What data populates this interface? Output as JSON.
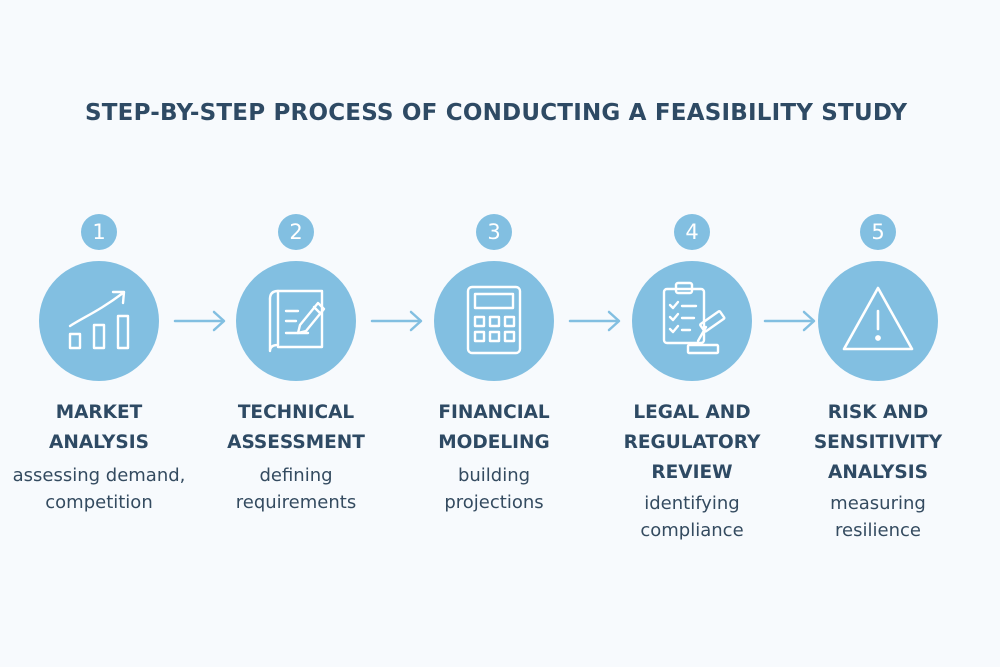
{
  "title": "STEP-BY-STEP PROCESS OF CONDUCTING A FEASIBILITY STUDY",
  "colors": {
    "accent": "#82bfe1",
    "text": "#2e4a64",
    "background": "#f7fafd"
  },
  "steps": [
    {
      "number": "1",
      "label_lines": [
        "MARKET",
        "ANALYSIS"
      ],
      "desc_lines": [
        "assessing demand,",
        "competition"
      ],
      "icon": "bar-chart-trend-icon"
    },
    {
      "number": "2",
      "label_lines": [
        "TECHNICAL",
        "ASSESSMENT"
      ],
      "desc_lines": [
        "defining",
        "requirements"
      ],
      "icon": "blueprint-pencil-icon"
    },
    {
      "number": "3",
      "label_lines": [
        "FINANCIAL",
        "MODELING"
      ],
      "desc_lines": [
        "building",
        "projections"
      ],
      "icon": "calculator-icon"
    },
    {
      "number": "4",
      "label_lines": [
        "LEGAL AND",
        "REGULATORY",
        "REVIEW"
      ],
      "desc_lines": [
        "identifying",
        "compliance"
      ],
      "icon": "clipboard-gavel-icon"
    },
    {
      "number": "5",
      "label_lines": [
        "RISK AND",
        "SENSITIVITY",
        "ANALYSIS"
      ],
      "desc_lines": [
        "measuring",
        "resilience"
      ],
      "icon": "warning-triangle-icon"
    }
  ]
}
